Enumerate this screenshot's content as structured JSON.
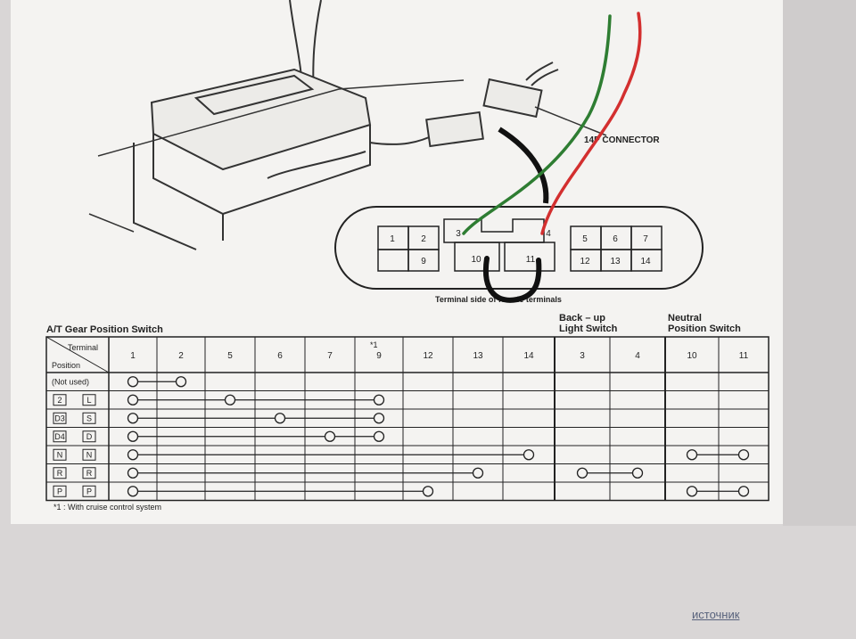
{
  "diagram": {
    "connector_label": "14P CONNECTOR",
    "terminal_view_label": "Terminal side of female terminals",
    "connector_pins": [
      "1",
      "2",
      "3",
      "4",
      "5",
      "6",
      "7",
      "9",
      "10",
      "11",
      "12",
      "13",
      "14"
    ]
  },
  "table": {
    "title": "A/T Gear Position Switch",
    "group_backup": [
      "Back – up",
      "Light Switch"
    ],
    "group_neutral": [
      "Neutral",
      "Position Switch"
    ],
    "corner_terminal": "Terminal",
    "corner_position": "Position",
    "terminals": [
      "1",
      "2",
      "5",
      "6",
      "7",
      "9",
      "12",
      "13",
      "14",
      "3",
      "4",
      "10",
      "11"
    ],
    "note_marker": "*1",
    "rows": [
      {
        "pos_a": "(Not used)",
        "pos_b": "",
        "connected": [
          "1",
          "2"
        ]
      },
      {
        "pos_a": "2",
        "pos_b": "L",
        "connected": [
          "1",
          "5",
          "9"
        ]
      },
      {
        "pos_a": "D3",
        "pos_b": "S",
        "connected": [
          "1",
          "6",
          "9"
        ]
      },
      {
        "pos_a": "D4",
        "pos_b": "D",
        "connected": [
          "1",
          "7",
          "9"
        ]
      },
      {
        "pos_a": "N",
        "pos_b": "N",
        "connected": [
          "1",
          "14",
          "10",
          "11"
        ]
      },
      {
        "pos_a": "R",
        "pos_b": "R",
        "connected": [
          "1",
          "13",
          "3",
          "4"
        ]
      },
      {
        "pos_a": "P",
        "pos_b": "P",
        "connected": [
          "1",
          "12",
          "10",
          "11"
        ]
      }
    ],
    "footnote": "*1 : With cruise control system"
  },
  "wires": {
    "green": "#2e7d32",
    "red": "#d32f2f"
  },
  "source_link": "источник"
}
